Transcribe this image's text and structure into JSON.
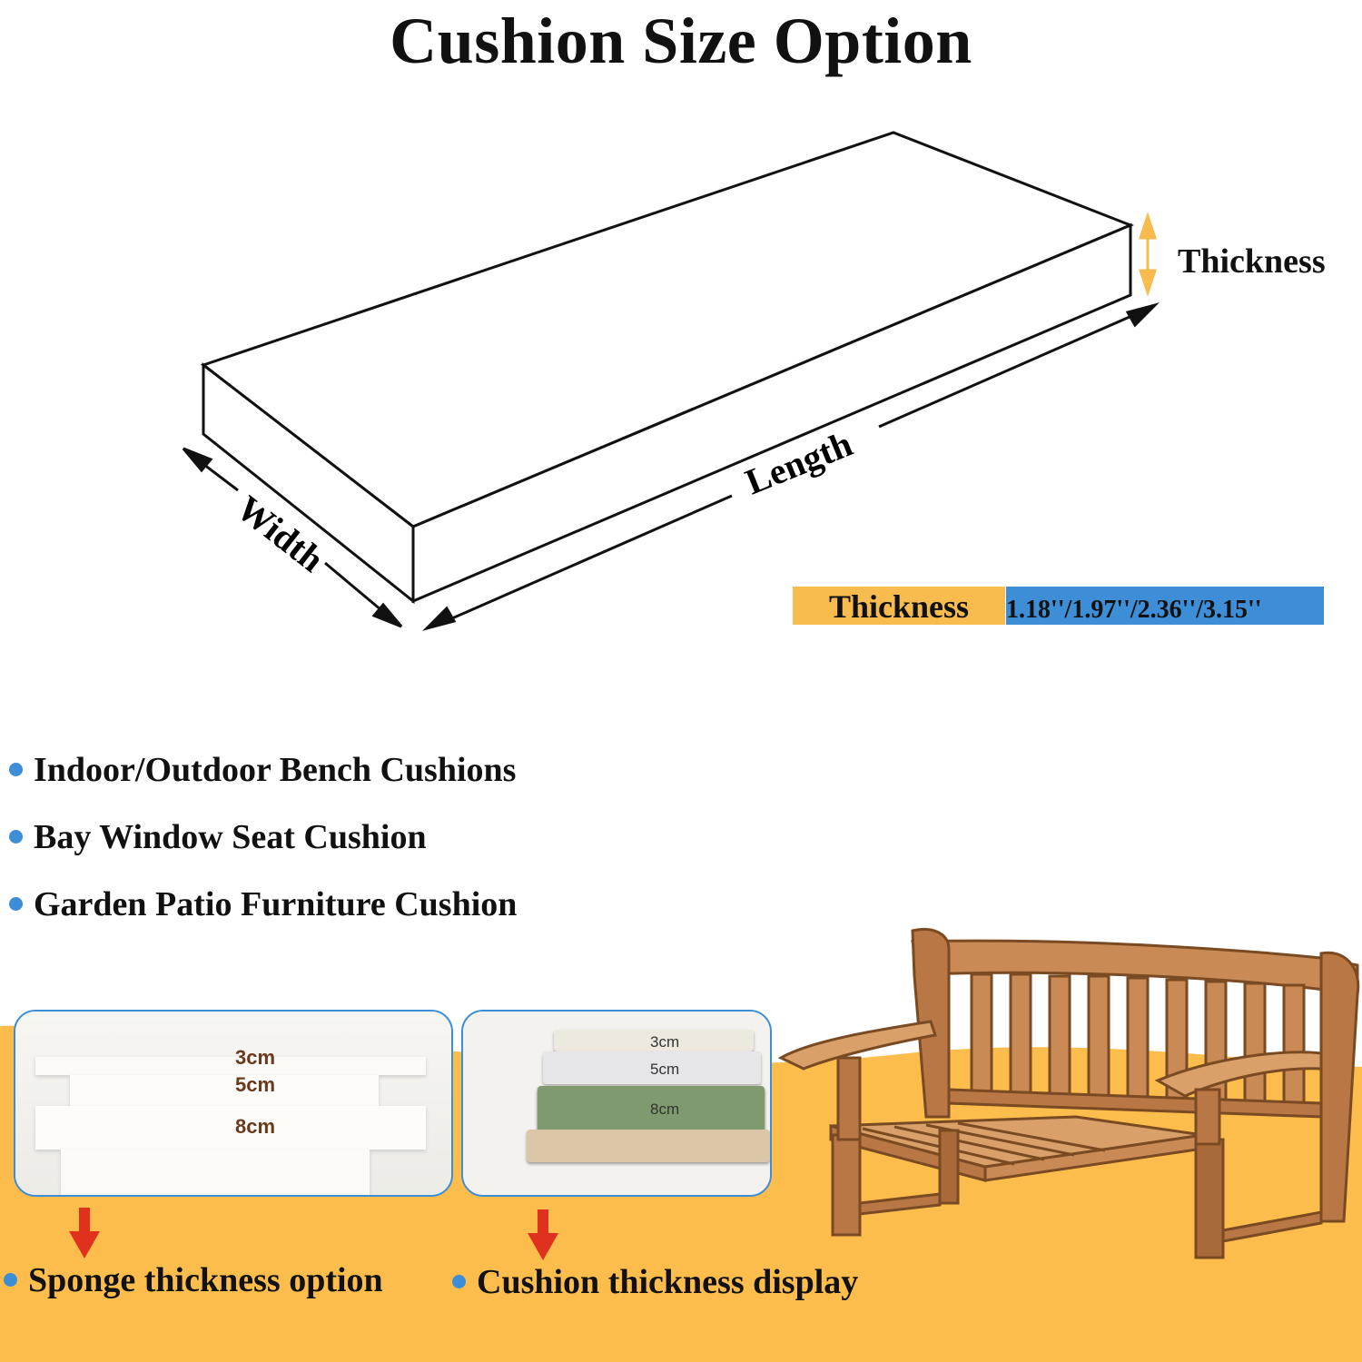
{
  "title": "Cushion Size Option",
  "dimensions": {
    "width_label": "Width",
    "length_label": "Length",
    "thickness_label": "Thickness"
  },
  "spec": {
    "key": "Thickness",
    "value": "1.18''/1.97''/2.36''/3.15''"
  },
  "uses": [
    {
      "label": "Indoor/Outdoor Bench Cushions"
    },
    {
      "label": "Bay Window Seat Cushion"
    },
    {
      "label": "Garden Patio Furniture Cushion"
    }
  ],
  "photo_sponge": {
    "layers": [
      "3cm",
      "5cm",
      "8cm"
    ]
  },
  "photo_cushion": {
    "layers": [
      "3cm",
      "5cm",
      "8cm"
    ]
  },
  "captions": {
    "sponge": "Sponge thickness option",
    "cushion": "Cushion thickness display"
  },
  "colors": {
    "accent_orange": "#f8bb4d",
    "accent_blue": "#3d8ed6",
    "arrow_red": "#e0301e",
    "bench_wood": "#c98a55"
  },
  "icons": [
    "bullet-dot-icon",
    "down-arrow-icon",
    "bench-illustration"
  ]
}
